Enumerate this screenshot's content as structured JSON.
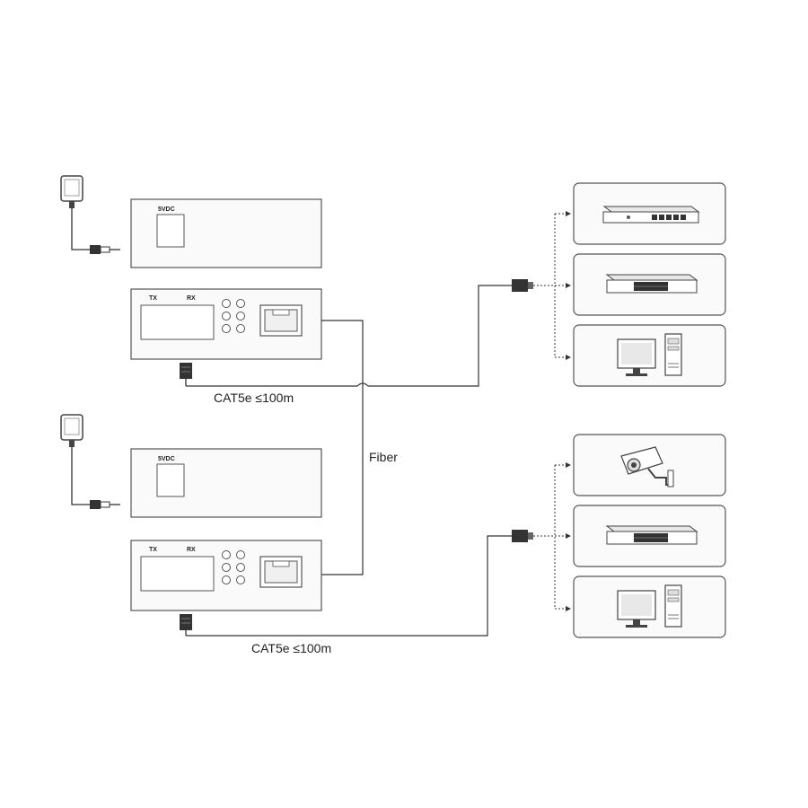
{
  "units": [
    {
      "power_label": "5VDC",
      "tx_label": "TX",
      "rx_label": "RX",
      "cable_label": "CAT5e ≤100m",
      "devices": [
        "router-icon",
        "switch-icon",
        "computer-icon"
      ]
    },
    {
      "power_label": "5VDC",
      "tx_label": "TX",
      "rx_label": "RX",
      "cable_label": "CAT5e ≤100m",
      "devices": [
        "ip-camera-icon",
        "switch-icon",
        "computer-icon"
      ]
    }
  ],
  "fiber_label": "Fiber",
  "colors": {
    "line": "#333333",
    "panel": "#fafafa",
    "border": "#555555"
  }
}
